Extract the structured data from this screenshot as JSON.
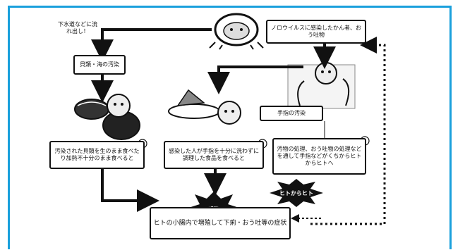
{
  "source_note": "下水道などに流れ出し！",
  "top_right_note": "ノロウイルスに感染したかん者、おう吐物",
  "left_step": "貝類・海の汚染",
  "hand_label": "手指の汚染",
  "box_1": "汚染された貝類を生のまま食べたり加熱不十分のまま食べると",
  "box_2": "感染した人が手指を十分に洗わずに調理した食品を食べると",
  "box_3": "汚物の処理、おう吐物の処理などを通して手指などがくちからヒトからヒトへ",
  "infection_label": "感染",
  "burst_right_label": "ヒトからヒト",
  "bottom_box": "ヒトの小腸内で増殖して下痢・おう吐等の症状",
  "badges": [
    "1",
    "2",
    "3"
  ],
  "colors": {
    "frame": "#1aa0dc",
    "ink": "#111111",
    "burst": "#111111"
  },
  "icons": [
    "virus-character-icon",
    "shellfish-icon",
    "food-plate-icon",
    "washing-hands-icon"
  ]
}
